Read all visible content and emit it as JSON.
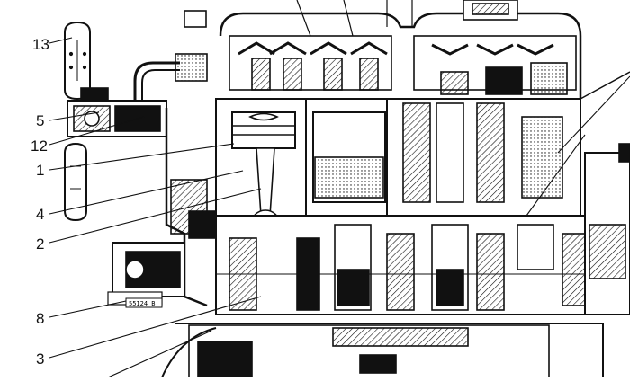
{
  "diagram": {
    "callouts": [
      {
        "id": "13",
        "label": "13"
      },
      {
        "id": "5",
        "label": "5"
      },
      {
        "id": "12",
        "label": "12"
      },
      {
        "id": "1",
        "label": "1"
      },
      {
        "id": "4",
        "label": "4"
      },
      {
        "id": "2",
        "label": "2"
      },
      {
        "id": "8",
        "label": "8"
      },
      {
        "id": "3",
        "label": "3"
      }
    ],
    "plate_code": "55124 B",
    "colors": {
      "ink": "#111111",
      "paper": "#ffffff"
    }
  }
}
